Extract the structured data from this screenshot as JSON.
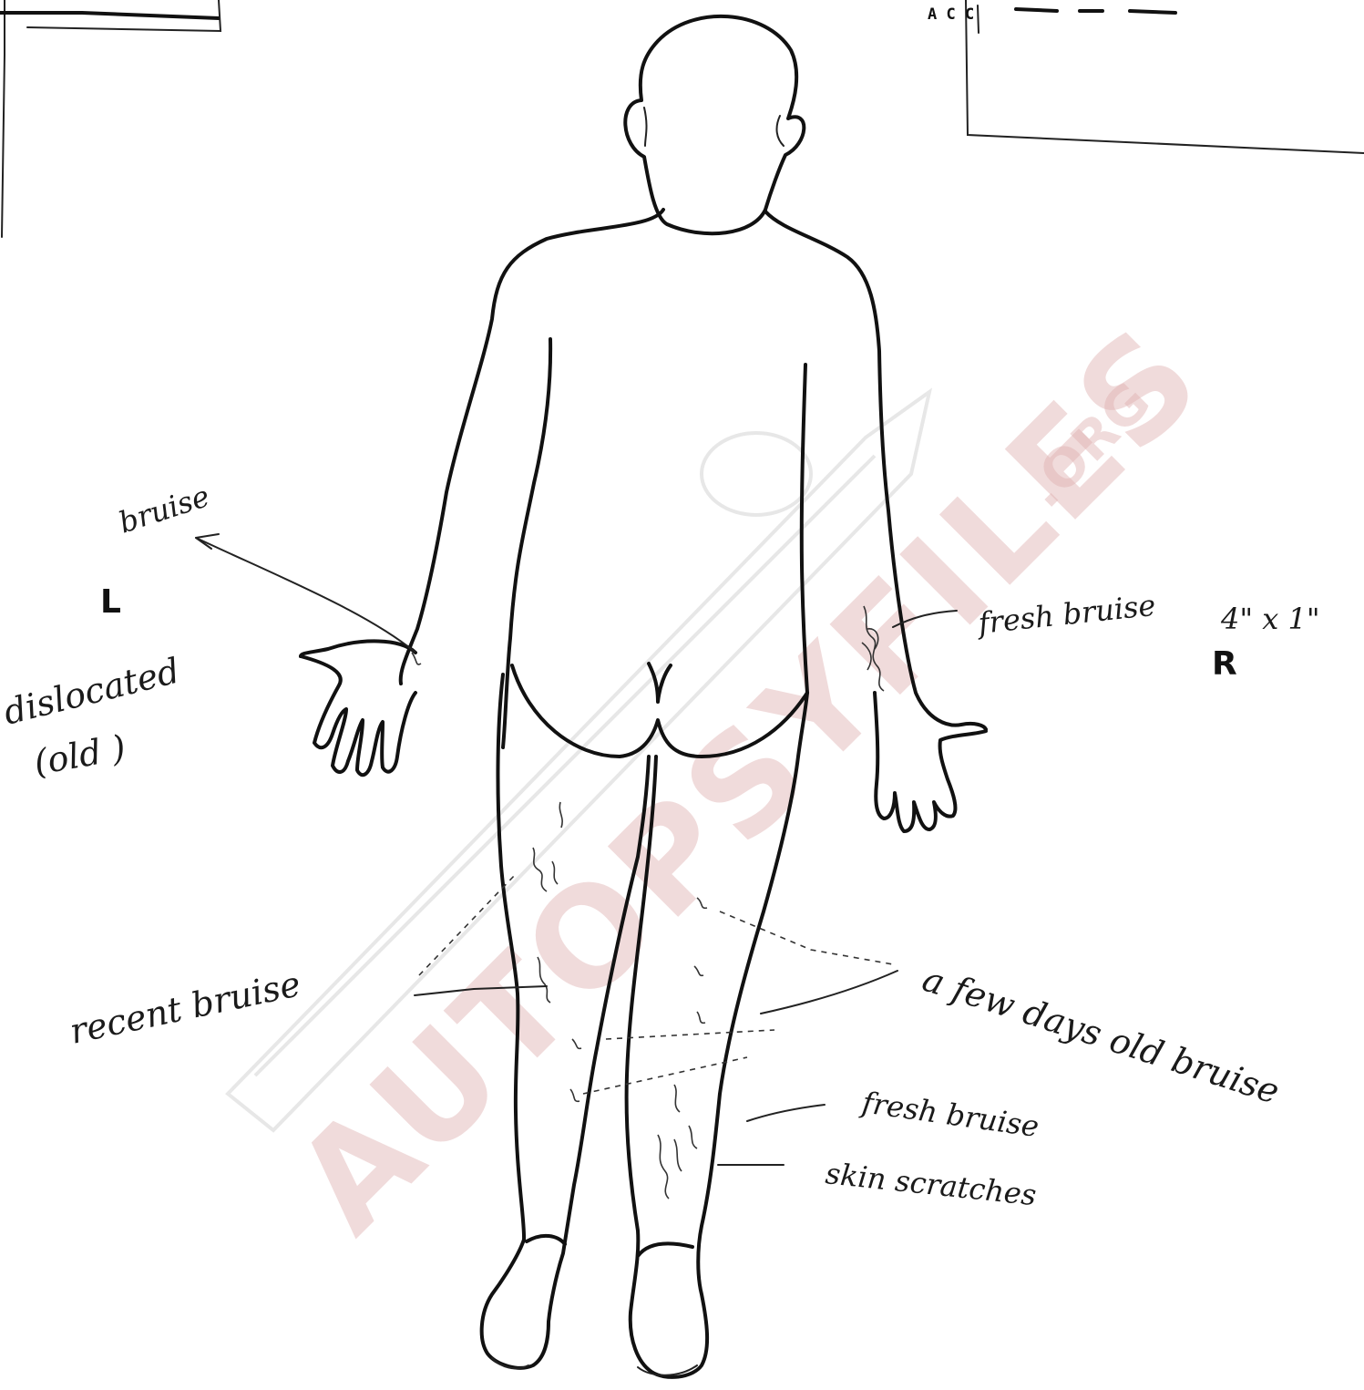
{
  "diagram": {
    "side_labels": {
      "left": "L",
      "right": "R"
    },
    "corner_code": "A C C"
  },
  "annotations": {
    "left_wrist_bruise": "bruise",
    "left_wrist_note": "dislocated",
    "left_wrist_note_2": "(old )",
    "right_forearm": "fresh bruise",
    "right_forearm_size": "4\" x 1\"",
    "recent_bruise": "recent bruise",
    "few_days_old": "a few days old bruise",
    "fresh_bruise": "fresh bruise",
    "scratches": "skin scratches"
  },
  "watermark": {
    "text": "AUTOPSYFILES",
    "suffix": ".ORG"
  }
}
